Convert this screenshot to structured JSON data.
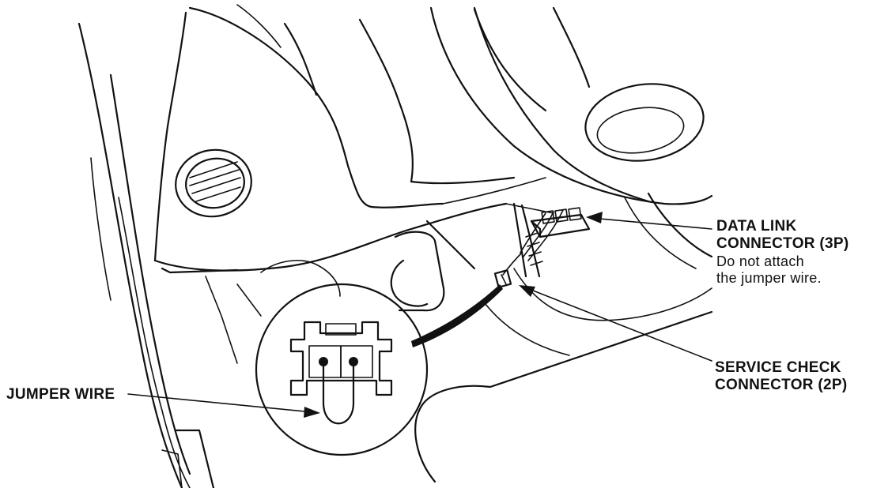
{
  "labels": {
    "data_link_connector": {
      "line1": "DATA LINK",
      "line2": "CONNECTOR (3P)",
      "note1": "Do not attach",
      "note2": "the jumper wire."
    },
    "service_check_connector": {
      "line1": "SERVICE CHECK",
      "line2": "CONNECTOR (2P)"
    },
    "jumper_wire": "JUMPER WIRE"
  },
  "colors": {
    "ink": "#111111",
    "paper": "#ffffff"
  }
}
